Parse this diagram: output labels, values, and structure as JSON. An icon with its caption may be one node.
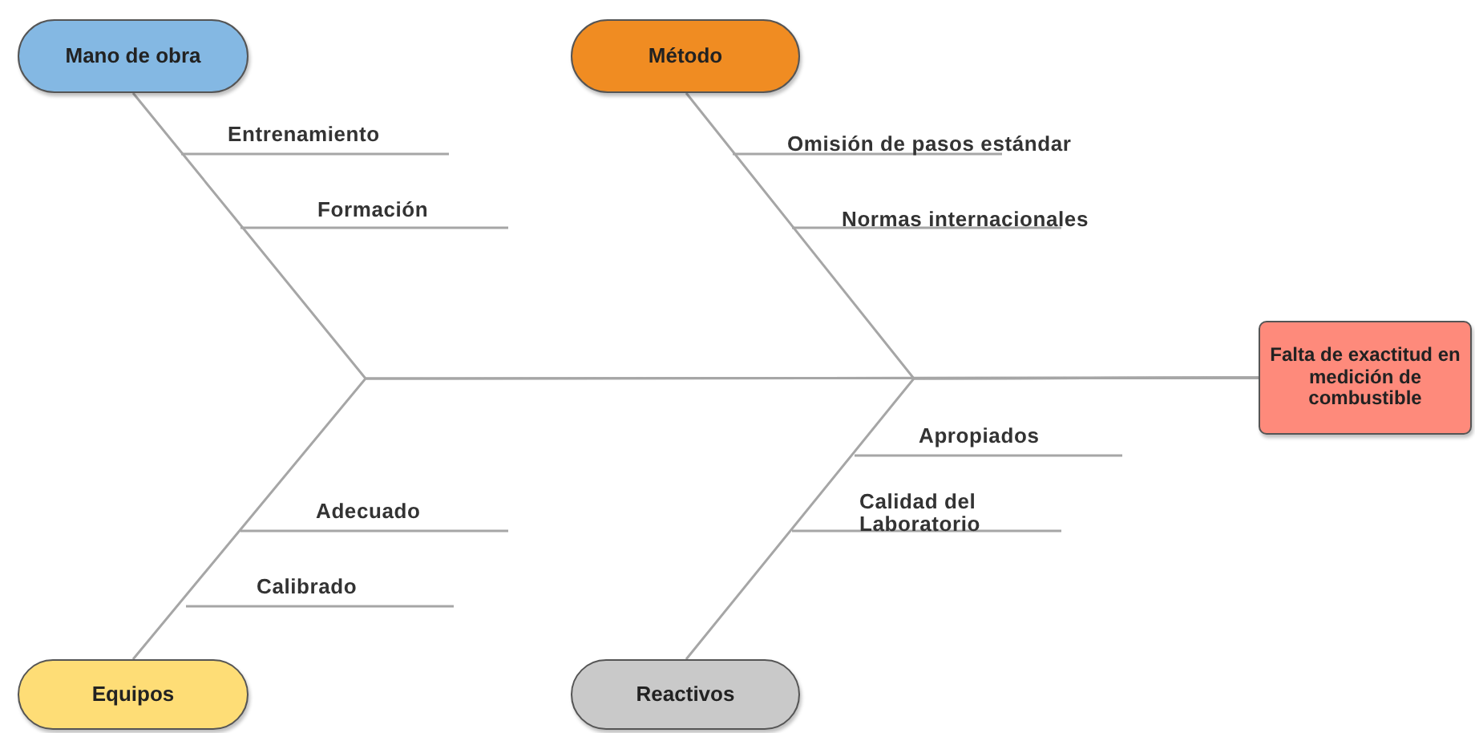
{
  "diagram": {
    "nodes": [
      {
        "text": [
          "Mano de obra"
        ]
      },
      {
        "text": [
          "Método"
        ]
      },
      {
        "text": [
          "Falta de exactitud en medición de combustible"
        ]
      },
      {
        "text": [
          "Equipos"
        ]
      },
      {
        "text": [
          "Reactivos"
        ]
      }
    ],
    "edges": [
      {
        "from": 0,
        "to": 2,
        "arrow": "none"
      },
      {
        "from": 1,
        "to": 2,
        "arrow": "none"
      },
      {
        "from": 3,
        "to": 2,
        "arrow": "none"
      },
      {
        "from": 4,
        "to": 2,
        "arrow": "none"
      }
    ],
    "labels": [
      "Entrenamiento",
      "Omisión de pasos estándar",
      "Formación",
      "Normas internacionales",
      "Apropiados",
      "Calidad del Laboratorio",
      "Adecuado",
      "Calibrado"
    ]
  }
}
